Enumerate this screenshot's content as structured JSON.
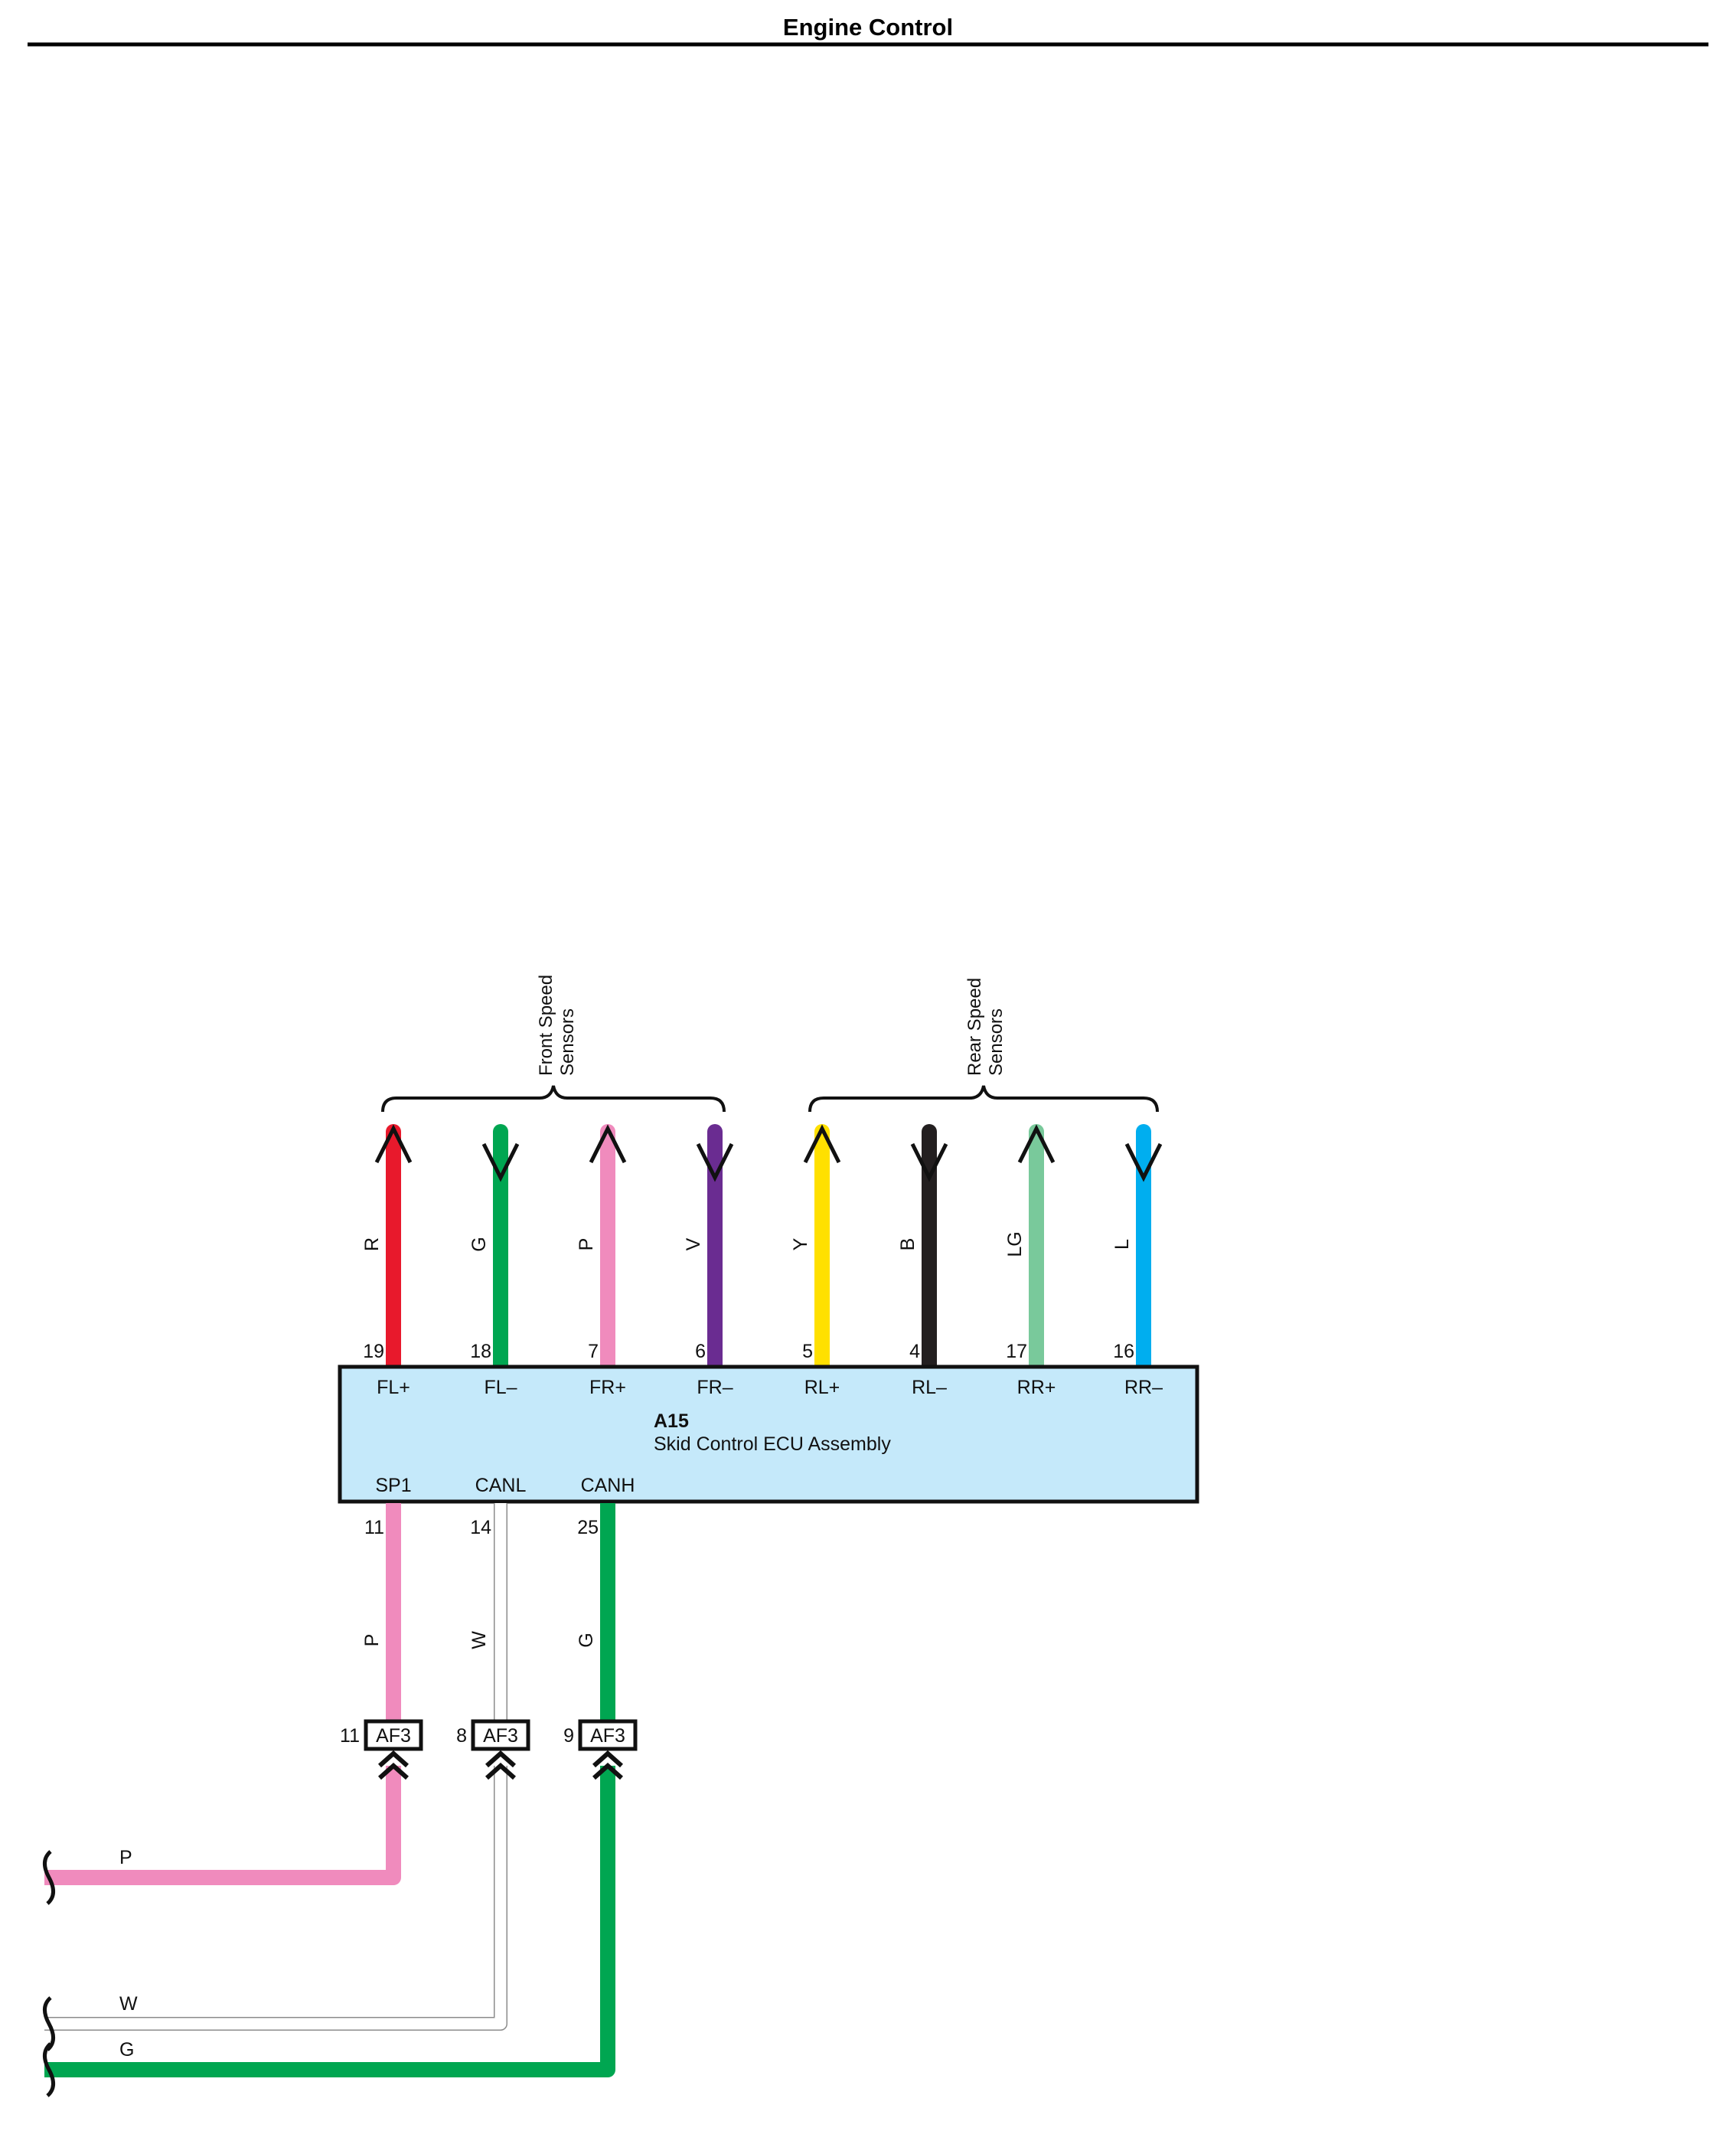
{
  "page": {
    "title": "Engine Control"
  },
  "sensor_groups": [
    {
      "line1": "Front Speed",
      "line2": "Sensors"
    },
    {
      "line1": "Rear Speed",
      "line2": "Sensors"
    }
  ],
  "ecu": {
    "code": "A15",
    "name": "Skid Control ECU Assembly",
    "top_pins": [
      {
        "pin": "19",
        "terminal": "FL+",
        "wire_color": "R",
        "color_hex": "#e8192c",
        "arrow": "up"
      },
      {
        "pin": "18",
        "terminal": "FL–",
        "wire_color": "G",
        "color_hex": "#00a651",
        "arrow": "down"
      },
      {
        "pin": "7",
        "terminal": "FR+",
        "wire_color": "P",
        "color_hex": "#f08bbd",
        "arrow": "up"
      },
      {
        "pin": "6",
        "terminal": "FR–",
        "wire_color": "V",
        "color_hex": "#6a2c91",
        "arrow": "down"
      },
      {
        "pin": "5",
        "terminal": "RL+",
        "wire_color": "Y",
        "color_hex": "#ffe000",
        "arrow": "up"
      },
      {
        "pin": "4",
        "terminal": "RL–",
        "wire_color": "B",
        "color_hex": "#231f20",
        "arrow": "down"
      },
      {
        "pin": "17",
        "terminal": "RR+",
        "wire_color": "LG",
        "color_hex": "#79c99b",
        "arrow": "up"
      },
      {
        "pin": "16",
        "terminal": "RR–",
        "wire_color": "L",
        "color_hex": "#00aeef",
        "arrow": "down"
      }
    ],
    "bottom_pins": [
      {
        "pin": "11",
        "terminal": "SP1",
        "wire_color": "P",
        "color_hex": "#f08bbd"
      },
      {
        "pin": "14",
        "terminal": "CANL",
        "wire_color": "W",
        "color_hex": "#ffffff"
      },
      {
        "pin": "25",
        "terminal": "CANH",
        "wire_color": "G",
        "color_hex": "#00a651"
      }
    ],
    "fill": "#c5e9fa"
  },
  "connectors": [
    {
      "pin": "11",
      "code": "AF3"
    },
    {
      "pin": "8",
      "code": "AF3"
    },
    {
      "pin": "9",
      "code": "AF3"
    }
  ],
  "left_wires": [
    {
      "wire_color": "P"
    },
    {
      "wire_color": "W"
    },
    {
      "wire_color": "G"
    }
  ]
}
